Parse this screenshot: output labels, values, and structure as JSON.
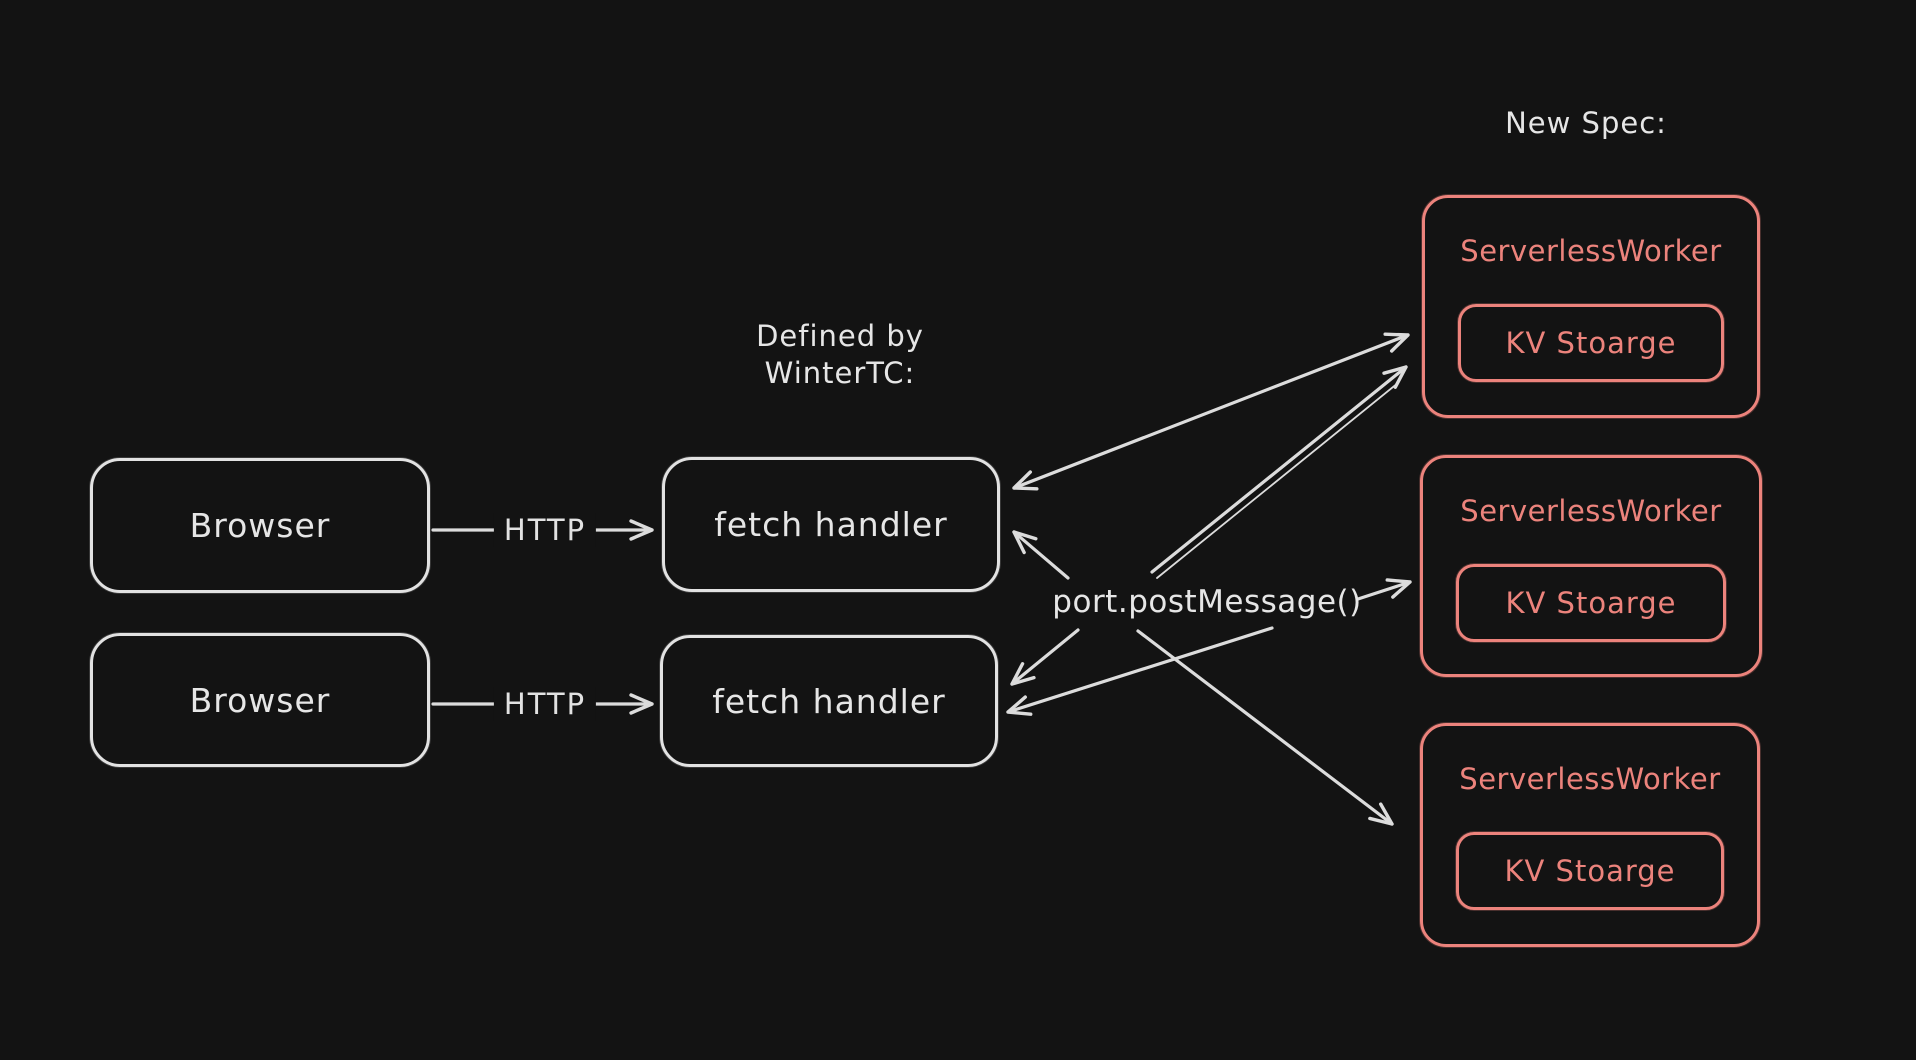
{
  "colors": {
    "background": "#131313",
    "ink": "#e2e2e2",
    "accent_red": "#ec837c"
  },
  "annotations": {
    "new_spec": "New Spec:",
    "defined_by": [
      "Defined by",
      "WinterTC:"
    ],
    "port_post_message": "port.postMessage()"
  },
  "edges": {
    "http_top": "HTTP",
    "http_bottom": "HTTP"
  },
  "nodes": {
    "browser_top": {
      "label": "Browser"
    },
    "browser_bottom": {
      "label": "Browser"
    },
    "fetch_top": {
      "label": "fetch handler"
    },
    "fetch_bottom": {
      "label": "fetch handler"
    },
    "worker_1": {
      "title": "ServerlessWorker",
      "kv_label": "KV Stoarge"
    },
    "worker_2": {
      "title": "ServerlessWorker",
      "kv_label": "KV Stoarge"
    },
    "worker_3": {
      "title": "ServerlessWorker",
      "kv_label": "KV Stoarge"
    }
  }
}
